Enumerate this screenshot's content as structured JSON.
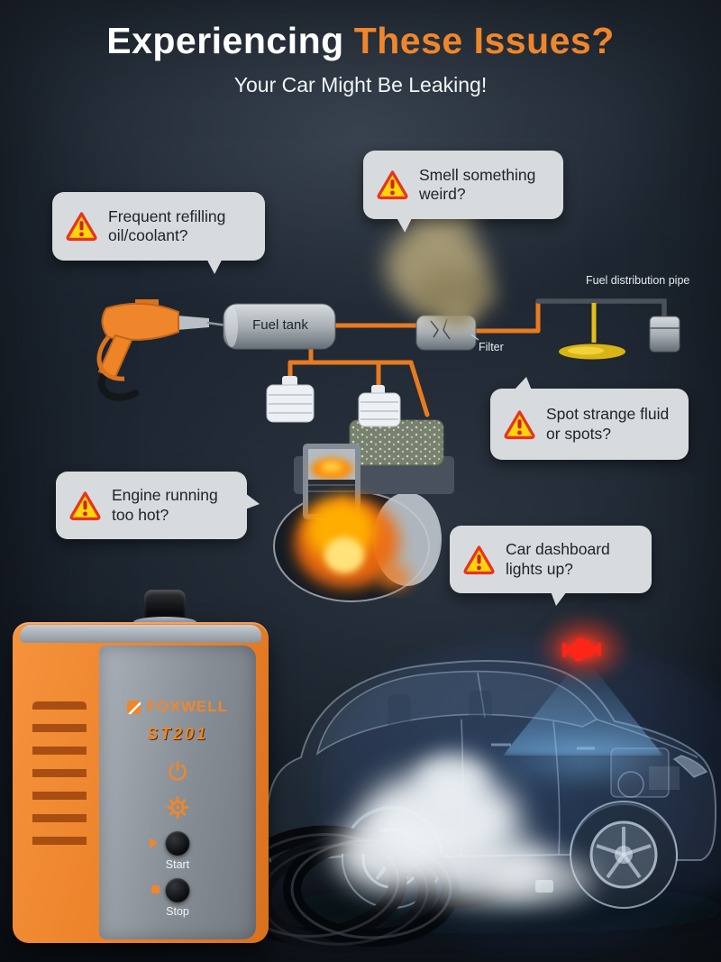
{
  "header": {
    "title_white": "Experiencing",
    "title_orange": "These Issues?",
    "subtitle": "Your Car Might Be Leaking!"
  },
  "bubbles": {
    "smell": "Smell something weird?",
    "refill": "Frequent refilling oil/coolant?",
    "spots": "Spot strange fluid or spots?",
    "hot": "Engine running too hot?",
    "dash": "Car dashboard lights up?"
  },
  "diagram": {
    "fuel_tank_label": "Fuel tank",
    "filter_label": "Filter",
    "distribution_pipe_label": "Fuel distribution pipe"
  },
  "device": {
    "brand": "FOXWELL",
    "model": "ST201",
    "start_label": "Start",
    "stop_label": "Stop"
  },
  "colors": {
    "accent_orange": "#f0862b",
    "bubble_bg": "#d8dbdd",
    "warning_yellow": "#ffd60a",
    "warning_red": "#e63422",
    "background": "#1c242f",
    "flame_orange": "#ff7a00",
    "alert_red": "#ff2418",
    "smoke_tan": "#a89c75",
    "beam_blue": "#82c8ff"
  }
}
